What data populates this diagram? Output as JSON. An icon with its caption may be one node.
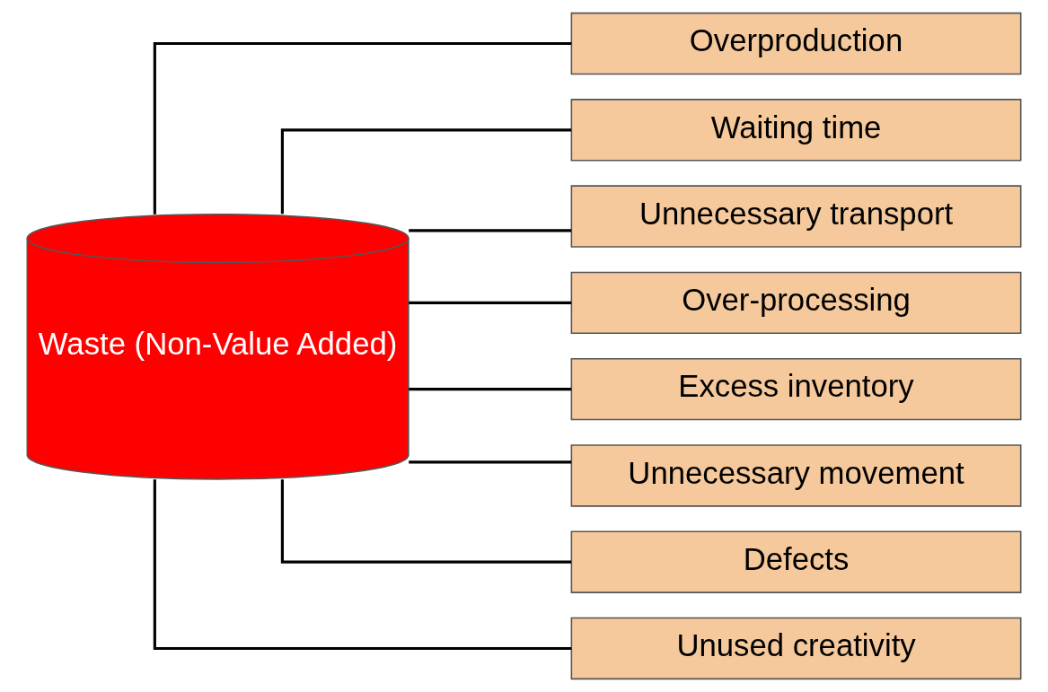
{
  "diagram": {
    "nodes": [
      {
        "text": [
          "Waste (Non-Value Added)"
        ]
      },
      {
        "text": [
          "Overproduction"
        ]
      },
      {
        "text": [
          "Waiting time"
        ]
      },
      {
        "text": [
          "Unnecessary transport"
        ]
      },
      {
        "text": [
          "Over-processing"
        ]
      },
      {
        "text": [
          "Excess inventory"
        ]
      },
      {
        "text": [
          "Unnecessary movement"
        ]
      },
      {
        "text": [
          "Defects"
        ]
      },
      {
        "text": [
          "Unused creativity"
        ]
      }
    ],
    "edges": [
      {
        "from": 0,
        "to": 1,
        "arrow": "none"
      },
      {
        "from": 0,
        "to": 2,
        "arrow": "none"
      },
      {
        "from": 0,
        "to": 3,
        "arrow": "none"
      },
      {
        "from": 0,
        "to": 4,
        "arrow": "none"
      },
      {
        "from": 0,
        "to": 5,
        "arrow": "none"
      },
      {
        "from": 0,
        "to": 6,
        "arrow": "none"
      },
      {
        "from": 0,
        "to": 7,
        "arrow": "none"
      },
      {
        "from": 0,
        "to": 8,
        "arrow": "none"
      }
    ]
  }
}
